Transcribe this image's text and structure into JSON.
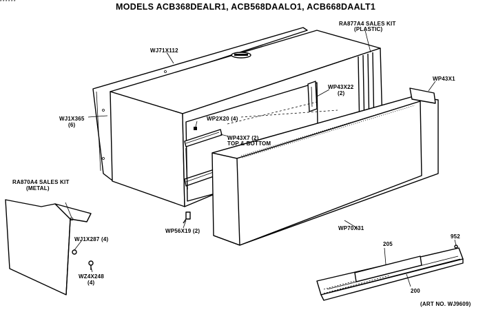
{
  "title": "MODELS ACB368DEALR1, ACB568DAALO1, ACB668DAALT1",
  "corner_text": "* * * * * *",
  "labels": {
    "wj71x112": "WJ71X112",
    "ra877a4_l1": "RA877A4 SALES KIT",
    "ra877a4_l2": "(PLASTIC)",
    "wp43x22_l1": "WP43X22",
    "wp43x22_l2": "(2)",
    "wp43x1": "WP43X1",
    "wj1x365_l1": "WJ1X365",
    "wj1x365_l2": "(6)",
    "wp2x20": "WP2X20 (4)",
    "wp43x7_l1": "WP43X7 (2)",
    "wp43x7_l2": "TOP & BOTTOM",
    "ra870a4_l1": "RA870A4 SALES KIT",
    "ra870a4_l2": "(METAL)",
    "wj1x287": "WJ1X287 (4)",
    "wz4x248_l1": "WZ4X248",
    "wz4x248_l2": "(4)",
    "wp56x19": "WP56X19 (2)",
    "wp70x31": "WP70X31",
    "n952": "952",
    "n205": "205",
    "n200": "200",
    "art_no": "(ART NO. WJ9609)"
  }
}
